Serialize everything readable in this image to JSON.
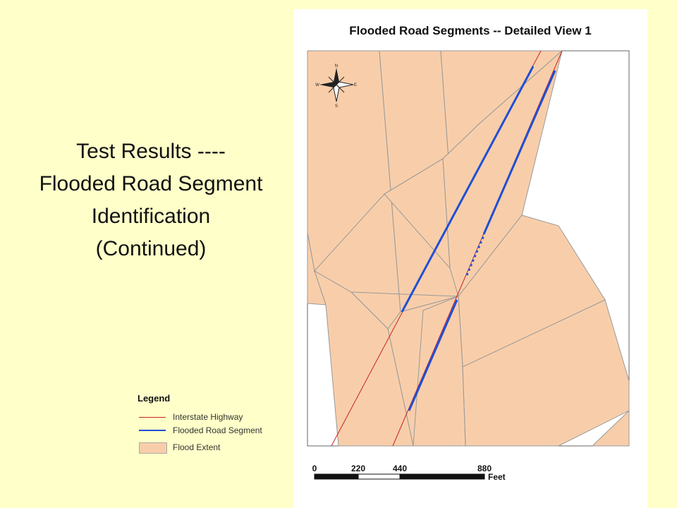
{
  "slide": {
    "title_lines": [
      "Test Results ----",
      "Flooded Road Segment",
      "Identification",
      "(Continued)"
    ]
  },
  "map": {
    "title": "Flooded Road Segments -- Detailed View 1",
    "compass": {
      "north": "N",
      "south": "S",
      "east": "E",
      "west": "W"
    },
    "scale_bar": {
      "ticks": [
        "0",
        "220",
        "440",
        "880"
      ],
      "unit": "Feet"
    }
  },
  "legend": {
    "heading": "Legend",
    "items": [
      {
        "label": "Interstate Highway",
        "symbol": "line",
        "color": "#cc2222"
      },
      {
        "label": "Flooded Road Segment",
        "symbol": "line",
        "color": "#1f4fd6"
      },
      {
        "label": "Flood Extent",
        "symbol": "fill",
        "color": "#f8ceaa"
      }
    ]
  },
  "colors": {
    "background": "#ffffc9",
    "flood_fill": "#f8ceaa",
    "highway": "#cc2222",
    "flooded_segment": "#1f4fd6"
  }
}
